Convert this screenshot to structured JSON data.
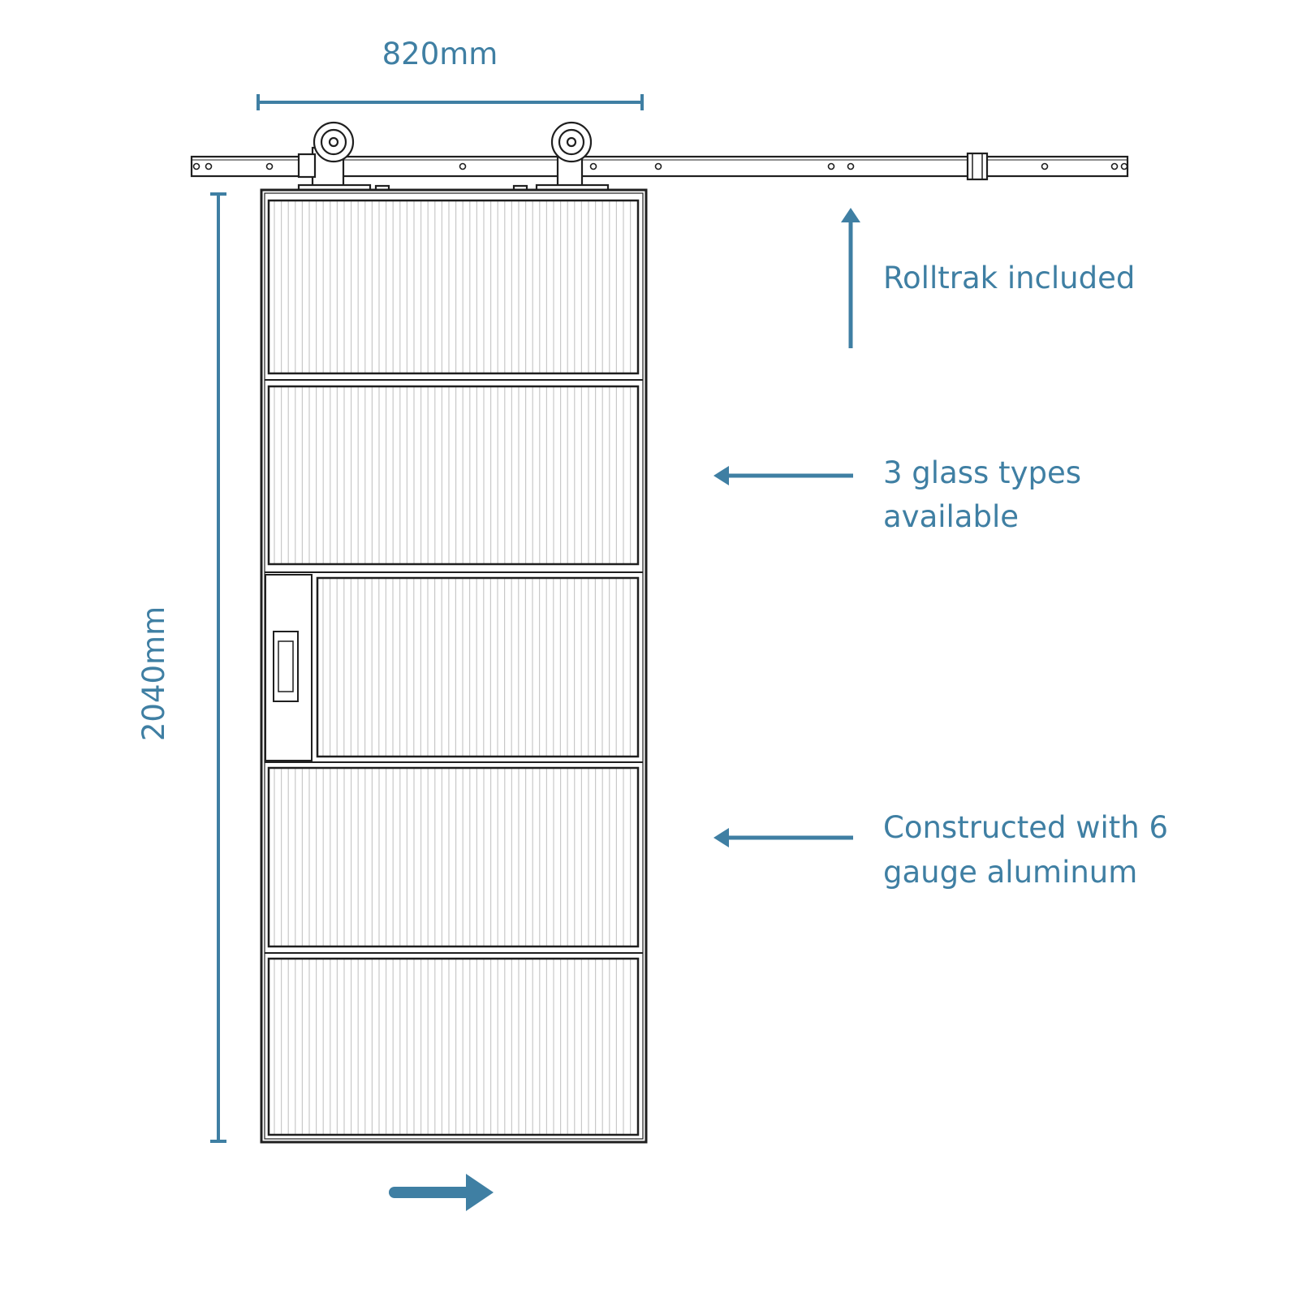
{
  "dimensions": {
    "width_label": "820mm",
    "height_label": "2040mm"
  },
  "callouts": {
    "track": {
      "line1": "Rolltrak included"
    },
    "glass": {
      "line1": "3 glass types",
      "line2": "available"
    },
    "frame": {
      "line1": "Constructed with 6",
      "line2": "gauge aluminum"
    }
  },
  "colors": {
    "accent": "#3f7fa3",
    "outline": "#1f1f1f",
    "reed": "#c8c8c8"
  },
  "icons": {
    "slide_direction": "arrow-right-icon"
  }
}
